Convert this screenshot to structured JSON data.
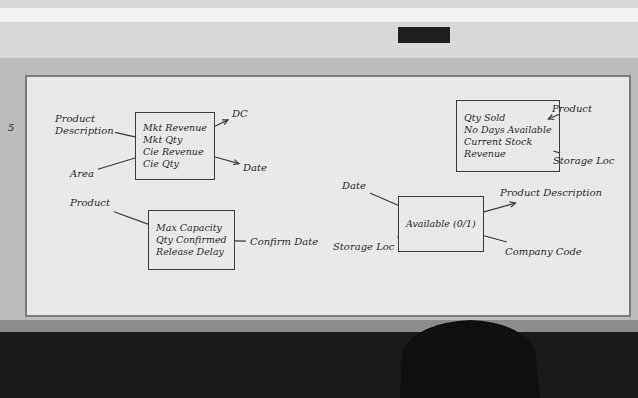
{
  "diagram": {
    "nodes": [
      {
        "text": [
          "Mkt Revenue",
          "Mkt Qty",
          "Cie Revenue",
          "Cie Qty"
        ]
      },
      {
        "text": [
          "Max Capacity",
          "Qty Confirmed",
          "Release Delay"
        ]
      },
      {
        "text": [
          "Available (0/1)"
        ]
      },
      {
        "text": [
          "Qty Sold",
          "No Days Available",
          "Current Stock",
          "Revenue"
        ]
      }
    ],
    "labels": [
      "5",
      "Product Description",
      "Area",
      "DC",
      "Date",
      "Product",
      "Confirm Date",
      "Date",
      "Storage Loc",
      "Product Description",
      "Company Code",
      "Product",
      "Storage Loc"
    ]
  }
}
